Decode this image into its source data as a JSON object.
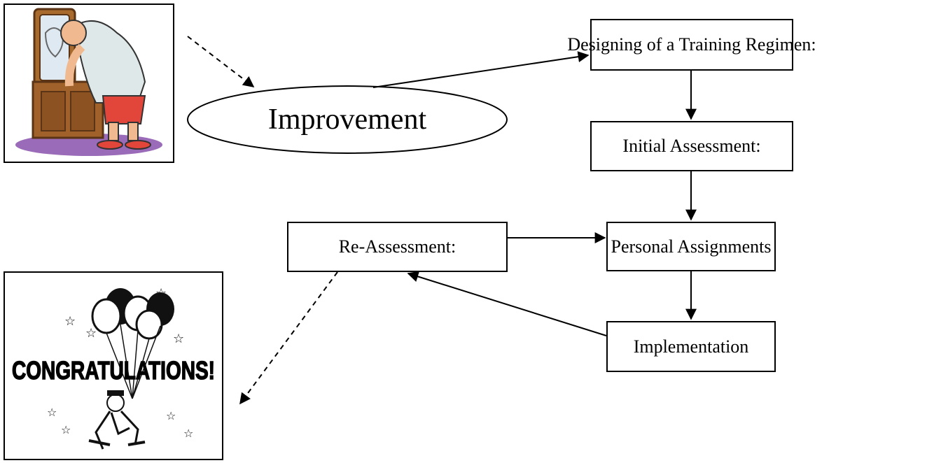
{
  "nodes": {
    "improvement": "Improvement",
    "designing": "Designing of a Training Regimen:",
    "initial": "Initial Assessment:",
    "personal": "Personal Assignments",
    "implementation": "Implementation",
    "reassessment": "Re-Assessment:"
  },
  "images": {
    "top_left": {
      "icon": "man-at-mirror-clipart"
    },
    "bottom_left": {
      "icon": "congratulations-clipart",
      "text": "CONGRATULATIONS!"
    }
  }
}
